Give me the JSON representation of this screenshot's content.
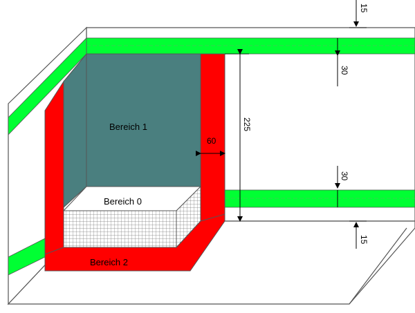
{
  "labels": {
    "zone_1": "Bereich 1",
    "zone_0": "Bereich 0",
    "zone_2": "Bereich 2"
  },
  "dimensions": {
    "top_margin": "15",
    "top_band": "30",
    "height": "225",
    "depth": "60",
    "lower_band": "30",
    "bottom_margin": "15"
  },
  "colors": {
    "wall": "#ffffff",
    "outline": "#555555",
    "green_band": "#00ff33",
    "zone_1_fill": "#4a7f7f",
    "zone_2_fill": "#ff0000",
    "zone_0_fill": "#ffffff",
    "grid": "#666666",
    "dim_line": "#000000"
  }
}
